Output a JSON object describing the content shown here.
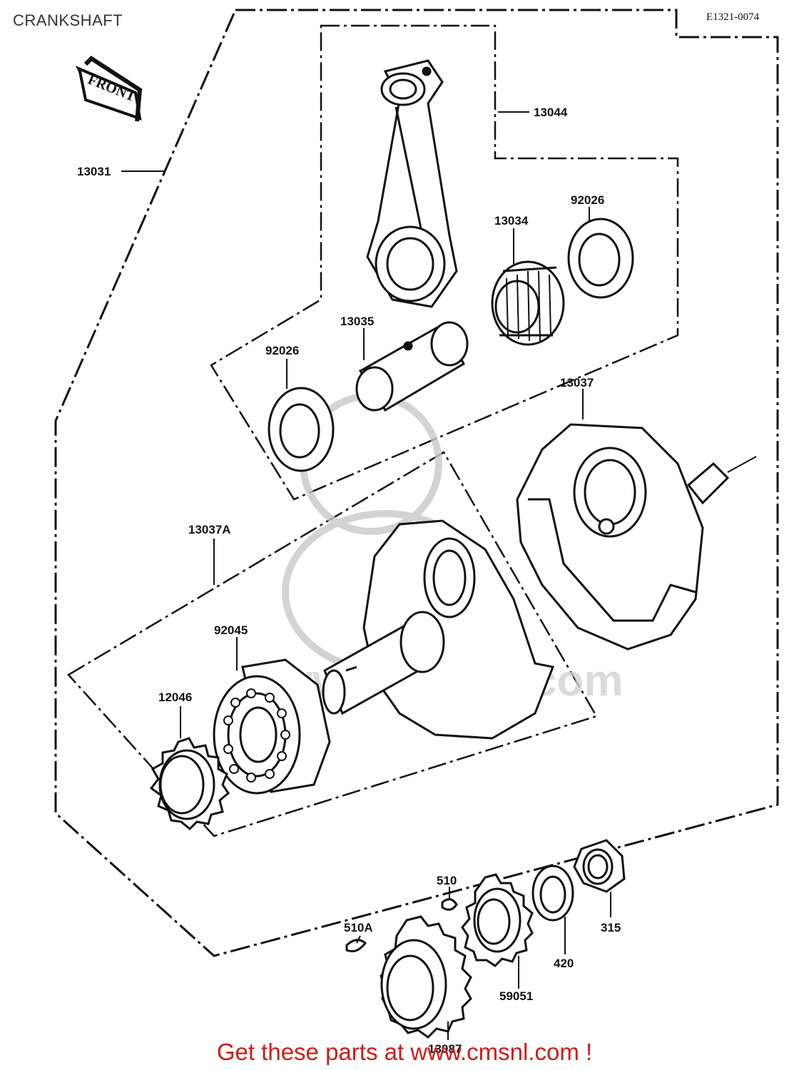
{
  "header": {
    "title": "CRANKSHAFT",
    "diagram_code": "E1321-0074"
  },
  "front_tag": "FRONT",
  "parts": {
    "p13031": "13031",
    "p13044": "13044",
    "p92026_top": "92026",
    "p13034": "13034",
    "p13035": "13035",
    "p92026_left": "92026",
    "p13037": "13037",
    "p13037A": "13037A",
    "p92045": "92045",
    "p12046": "12046",
    "p510": "510",
    "p510A": "510A",
    "p315": "315",
    "p420": "420",
    "p59051": "59051",
    "p13087": "13087"
  },
  "footer": {
    "cta": "Get these parts at www.cmsnl.com !"
  }
}
